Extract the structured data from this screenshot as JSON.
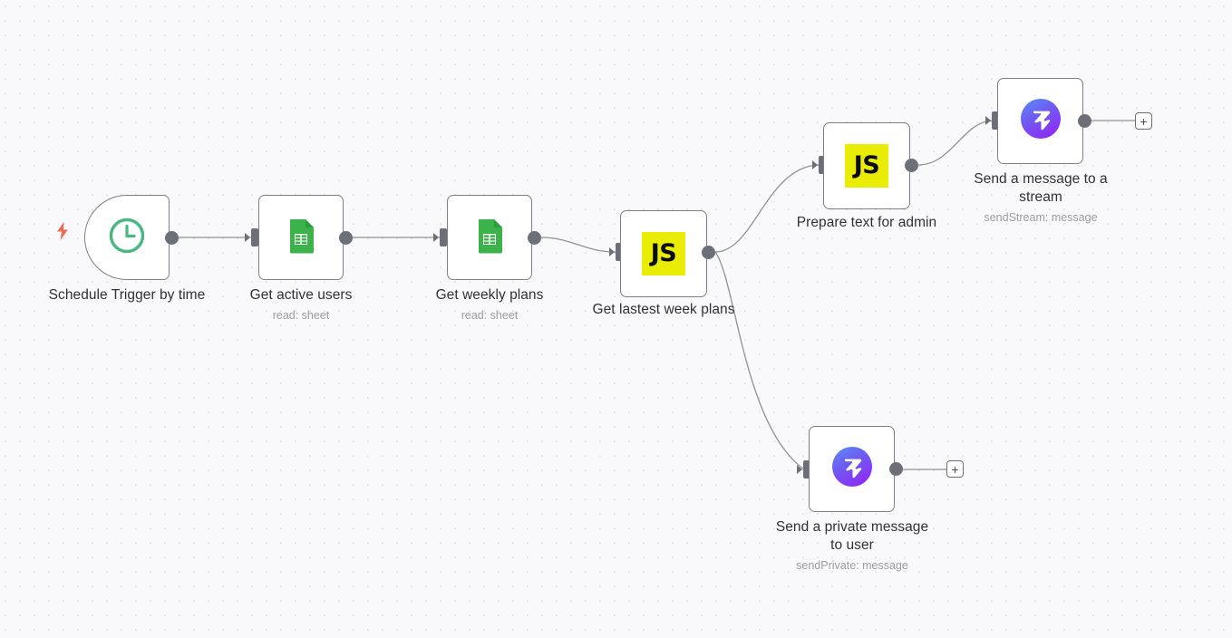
{
  "canvas": {
    "title": "n8n workflow canvas",
    "background_color": "#f9f9fb",
    "dot_color": "#e4e4ea",
    "edge_color": "#909199",
    "node_border_color": "#7d7f87",
    "port_color": "#6c6e78",
    "label_color": "#2f3136",
    "sublabel_color": "#9a9aa3",
    "trigger_bolt_color": "#ee6a56",
    "add_button_label": "+"
  },
  "nodes": [
    {
      "id": "schedule-trigger",
      "label": "Schedule Trigger by time",
      "sublabel": "",
      "icon": "clock-icon",
      "icon_color": "#49b881",
      "type": "trigger"
    },
    {
      "id": "get-active-users",
      "label": "Get active users",
      "sublabel": "read: sheet",
      "icon": "google-sheets-icon",
      "icon_color": "#34a853",
      "type": "action"
    },
    {
      "id": "get-weekly-plans",
      "label": "Get weekly plans",
      "sublabel": "read: sheet",
      "icon": "google-sheets-icon",
      "icon_color": "#34a853",
      "type": "action"
    },
    {
      "id": "get-lastest-week-plans",
      "label": "Get lastest week plans",
      "sublabel": "",
      "icon": "javascript-icon",
      "icon_color": "#e9ed05",
      "icon_text": "JS",
      "type": "code"
    },
    {
      "id": "prepare-text-for-admin",
      "label": "Prepare text for admin",
      "sublabel": "",
      "icon": "javascript-icon",
      "icon_color": "#e9ed05",
      "icon_text": "JS",
      "type": "code"
    },
    {
      "id": "send-message-to-stream",
      "label": "Send a message to a\nstream",
      "sublabel": "sendStream: message",
      "icon": "zulip-icon",
      "icon_color": "#7a4ef5",
      "type": "action"
    },
    {
      "id": "send-private-message-to-user",
      "label": "Send a private message\nto user",
      "sublabel": "sendPrivate: message",
      "icon": "zulip-icon",
      "icon_color": "#7a4ef5",
      "type": "action"
    }
  ],
  "connections": [
    {
      "from": "schedule-trigger",
      "to": "get-active-users"
    },
    {
      "from": "get-active-users",
      "to": "get-weekly-plans"
    },
    {
      "from": "get-weekly-plans",
      "to": "get-lastest-week-plans"
    },
    {
      "from": "get-lastest-week-plans",
      "to": "prepare-text-for-admin"
    },
    {
      "from": "get-lastest-week-plans",
      "to": "send-private-message-to-user"
    },
    {
      "from": "prepare-text-for-admin",
      "to": "send-message-to-stream"
    },
    {
      "from": "send-message-to-stream",
      "to": "add-node-stream"
    },
    {
      "from": "send-private-message-to-user",
      "to": "add-node-private"
    }
  ]
}
